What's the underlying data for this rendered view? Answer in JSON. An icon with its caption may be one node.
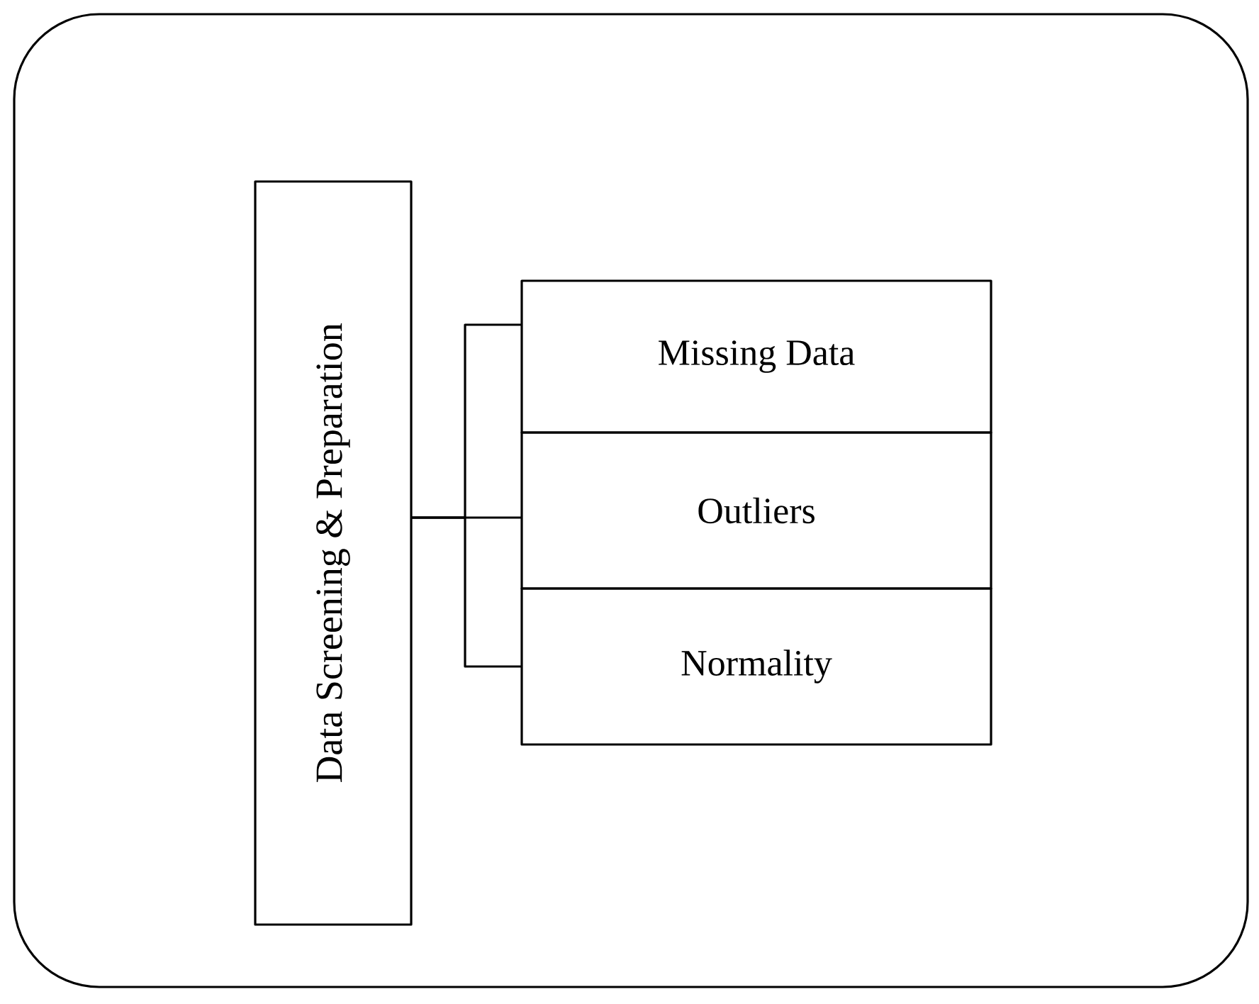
{
  "diagram": {
    "nodes": [
      {
        "text": [],
        "shape": "box"
      },
      {
        "text": [
          "Data Screening & Preparation"
        ],
        "in": 0
      },
      {
        "text": [
          "Missing Data"
        ],
        "in": 0
      },
      {
        "text": [
          "Outliers"
        ],
        "in": 0
      },
      {
        "text": [
          "Normality"
        ],
        "in": 0
      }
    ],
    "edges": [
      {
        "from": 1,
        "to": 2,
        "arrow": "none"
      },
      {
        "from": 1,
        "to": 3,
        "arrow": "none"
      },
      {
        "from": 1,
        "to": 4,
        "arrow": "none"
      }
    ]
  }
}
